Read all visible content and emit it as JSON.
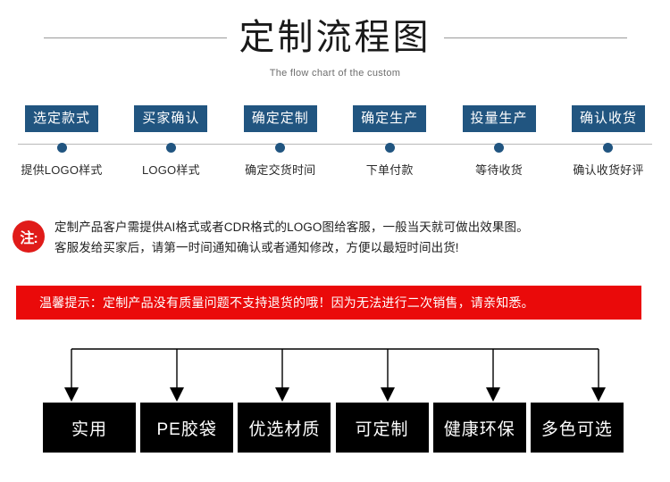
{
  "header": {
    "title": "定制流程图",
    "subtitle": "The flow chart of the custom"
  },
  "colors": {
    "step_blue": "#215580",
    "banner_red": "#ea0a0a",
    "badge_red": "#e01b19",
    "feature_black": "#000000",
    "rule_gray": "#9a9a9a"
  },
  "flow": {
    "steps": [
      {
        "chip": "选定款式",
        "caption": "提供LOGO样式"
      },
      {
        "chip": "买家确认",
        "caption": "LOGO样式"
      },
      {
        "chip": "确定定制",
        "caption": "确定交货时间"
      },
      {
        "chip": "确定生产",
        "caption": "下单付款"
      },
      {
        "chip": "投量生产",
        "caption": "等待收货"
      },
      {
        "chip": "确认收货",
        "caption": "确认收货好评"
      }
    ]
  },
  "note": {
    "badge": "注:",
    "line1": "定制产品客户需提供AI格式或者CDR格式的LOGO图给客服，一般当天就可做出效果图。",
    "line2": "客服发给买家后，请第一时间通知确认或者通知修改，方便以最短时间出货!"
  },
  "banner": {
    "text": "温馨提示：定制产品没有质量问题不支持退货的哦！因为无法进行二次销售，请亲知悉。"
  },
  "features": {
    "items": [
      {
        "label": "实用"
      },
      {
        "label": "PE胶袋"
      },
      {
        "label": "优选材质"
      },
      {
        "label": "可定制"
      },
      {
        "label": "健康环保"
      },
      {
        "label": "多色可选"
      }
    ]
  }
}
